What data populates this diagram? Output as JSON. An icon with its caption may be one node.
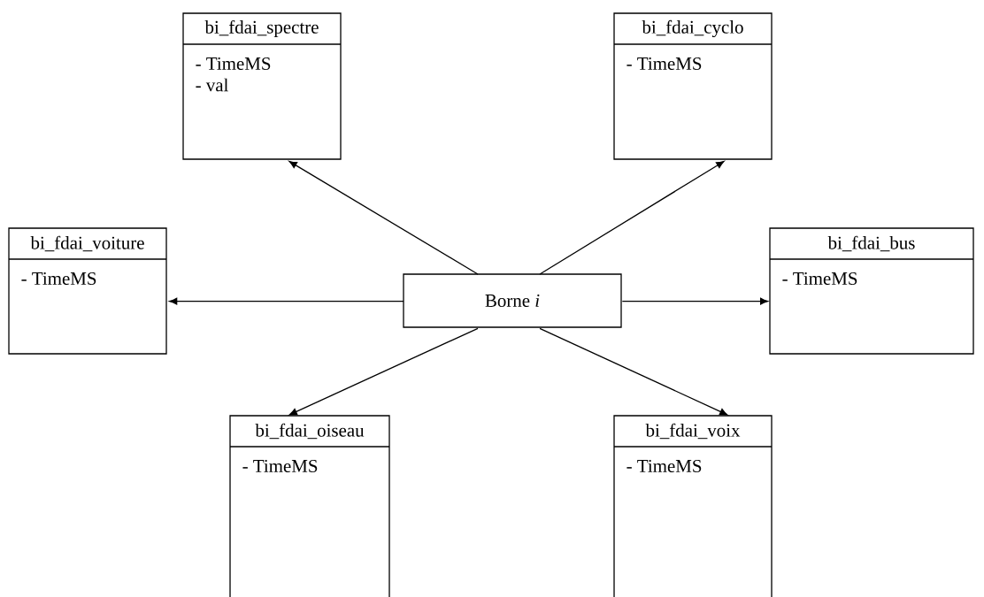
{
  "diagram": {
    "nodes": [
      {
        "text": [
          "bi_fdai_spectre",
          "- TimeMS",
          "- val"
        ]
      },
      {
        "text": [
          "bi_fdai_cyclo",
          "- TimeMS"
        ]
      },
      {
        "text": [
          "bi_fdai_voiture",
          "- TimeMS"
        ]
      },
      {
        "text": [
          "Borne *i*"
        ]
      },
      {
        "text": [
          "bi_fdai_bus",
          "- TimeMS"
        ]
      },
      {
        "text": [
          "bi_fdai_oiseau",
          "- TimeMS"
        ]
      },
      {
        "text": [
          "bi_fdai_voix",
          "- TimeMS"
        ]
      }
    ],
    "edges": [
      {
        "from": 3,
        "to": 0,
        "arrow": "to"
      },
      {
        "from": 3,
        "to": 1,
        "arrow": "to"
      },
      {
        "from": 3,
        "to": 2,
        "arrow": "to"
      },
      {
        "from": 3,
        "to": 4,
        "arrow": "to"
      },
      {
        "from": 3,
        "to": 5,
        "arrow": "to"
      },
      {
        "from": 3,
        "to": 6,
        "arrow": "to"
      }
    ]
  }
}
